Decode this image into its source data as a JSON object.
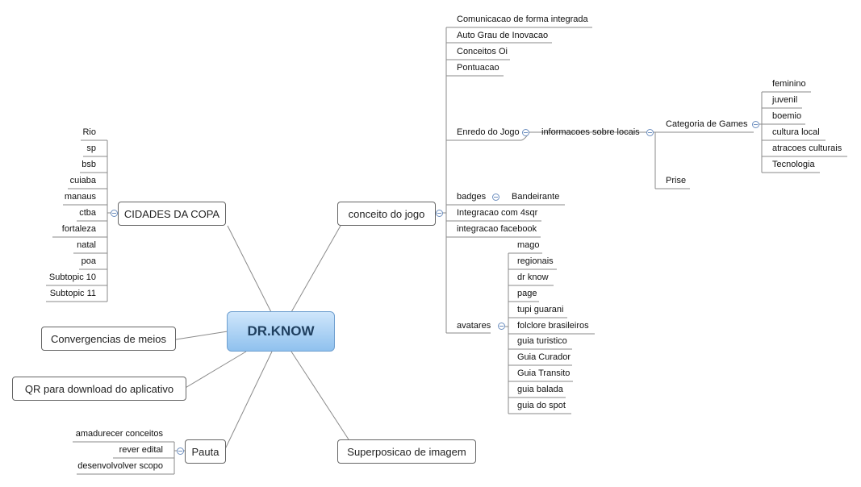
{
  "root": "DR.KNOW",
  "main_topics": {
    "conceito": "conceito do jogo",
    "cidades": "CIDADES DA COPA",
    "convergencias": "Convergencias de meios",
    "qr": "QR para download do aplicativo",
    "pauta": "Pauta",
    "superposicao": "Superposicao de imagem"
  },
  "conceito_children": {
    "comunicacao": "Comunicacao de forma integrada",
    "auto_grau": "Auto Grau de Inovacao",
    "conceitos_oi": "Conceitos Oi",
    "pontuacao": "Pontuacao",
    "enredo": "Enredo do Jogo",
    "badges": "badges",
    "integracao_4sqr": "Integracao com 4sqr",
    "integracao_facebook": "integracao facebook",
    "avatares": "avatares"
  },
  "enredo_children": {
    "informacoes": "informacoes sobre locais"
  },
  "informacoes_children": {
    "categoria": "Categoria de Games",
    "prise": "Prise"
  },
  "categoria_children": [
    "feminino",
    "juvenil",
    "boemio",
    "cultura local",
    "atracoes culturais",
    "Tecnologia"
  ],
  "badges_children": {
    "bandeirante": "Bandeirante"
  },
  "avatares_children": [
    "mago",
    "regionais",
    "dr know",
    "page",
    "tupi guarani",
    "folclore brasileiros",
    "guia turistico",
    "Guia Curador",
    "Guia Transito",
    "guia balada",
    "guia do spot"
  ],
  "cidades_children": [
    "Rio",
    "sp",
    "bsb",
    "cuiaba",
    "manaus",
    "ctba",
    "fortaleza",
    "natal",
    "poa",
    "Subtopic 10",
    "Subtopic 11"
  ],
  "pauta_children": [
    "amadurecer conceitos",
    "rever edital",
    "desenvolvolver scopo"
  ]
}
